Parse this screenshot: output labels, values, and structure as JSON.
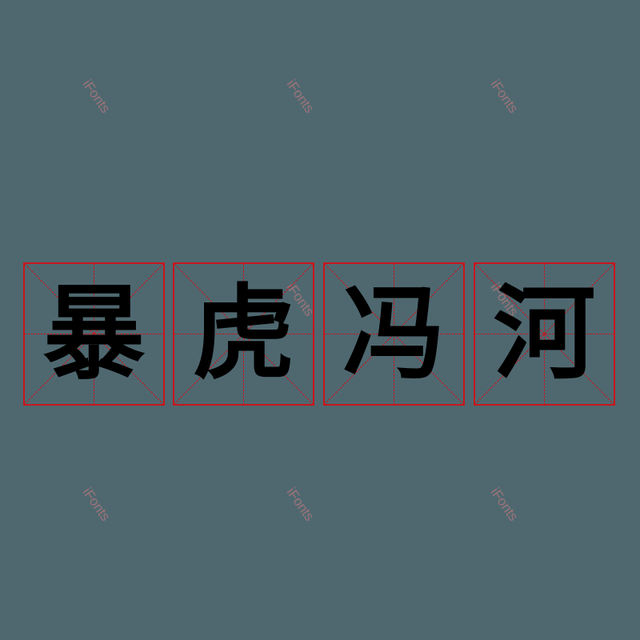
{
  "watermark": "iFonts",
  "characters": [
    "暴",
    "虎",
    "冯",
    "河"
  ],
  "colors": {
    "background": "#4f6870",
    "grid_red": "#c8161d",
    "glyph": "#000000",
    "watermark": "#a8767a"
  }
}
